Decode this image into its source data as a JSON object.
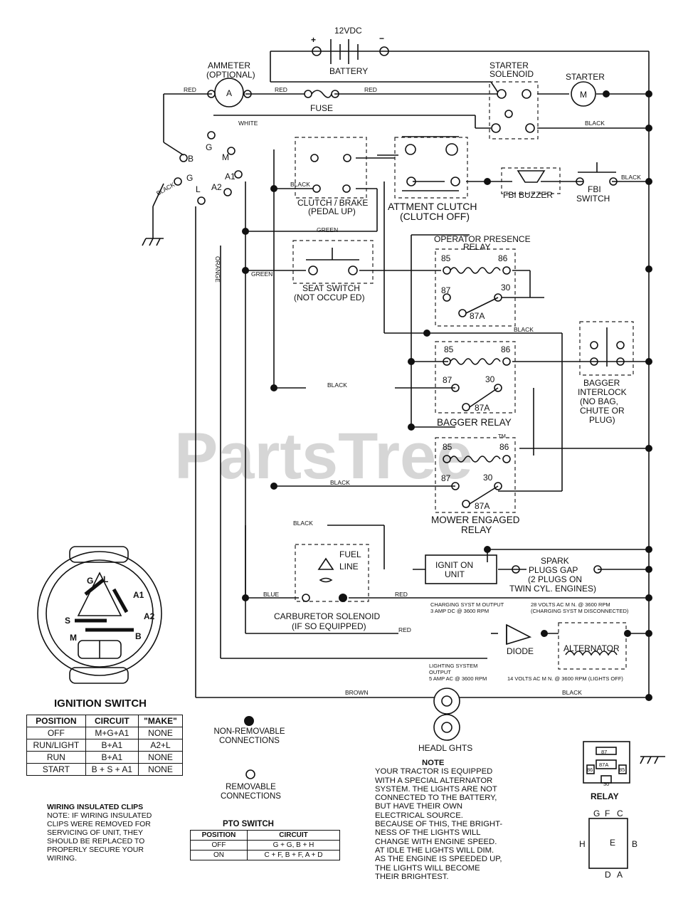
{
  "watermark": "PartsTree",
  "trademark": "TM",
  "components": {
    "battery": "BATTERY",
    "battery_voltage": "12VDC",
    "battery_plus": "+",
    "battery_minus": "−",
    "ammeter_line1": "AMMETER",
    "ammeter_line2": "(OPTIONAL)",
    "ammeter_symbol": "A",
    "fuse": "FUSE",
    "starter_solenoid_line1": "STARTER",
    "starter_solenoid_line2": "SOLENOID",
    "starter": "STARTER",
    "starter_symbol": "M",
    "clutch_brake_line1": "CLUTCH / BRAKE",
    "clutch_brake_line2": "(PEDAL UP)",
    "attment_clutch_line1": "ATTMENT CLUTCH",
    "attment_clutch_line2": "(CLUTCH OFF)",
    "fbi_buzzer": "FBI BUZZER",
    "fbi_switch_line1": "FBI",
    "fbi_switch_line2": "SWITCH",
    "operator_presence_line1": "OPERATOR PRESENCE",
    "operator_presence_line2": "RELAY",
    "seat_switch_line1": "SEAT SWITCH",
    "seat_switch_line2": "(NOT OCCUP ED)",
    "bagger_interlock": [
      "BAGGER",
      "INTERLOCK",
      "(NO BAG,",
      "CHUTE OR",
      "PLUG)"
    ],
    "bagger_relay": "BAGGER RELAY",
    "mower_relay_line1": "MOWER ENGAGED",
    "mower_relay_line2": "RELAY",
    "fuel_line_line1": "FUEL",
    "fuel_line_line2": "LINE",
    "ignition_unit_line1": "IGNIT ON",
    "ignition_unit_line2": "UNIT",
    "spark_plugs": [
      "SPARK",
      "PLUGS GAP",
      "(2 PLUGS ON",
      "TWIN CYL. ENGINES)"
    ],
    "carb_solenoid_line1": "CARBURETOR SOLENOID",
    "carb_solenoid_line2": "(IF SO EQUIPPED)",
    "diode": "DIODE",
    "alternator": "ALTERNATOR",
    "headlights": "HEADL GHTS",
    "charging_left_line1": "CHARGING SYST M OUTPUT",
    "charging_left_line2": "3 AMP DC @ 3600 RPM",
    "charging_right_line1": "28 VOLTS AC M N. @ 3600 RPM",
    "charging_right_line2": "(CHARGING SYST M DISCONNECTED)",
    "lighting_line1": "LIGHTING SYSTEM",
    "lighting_line2": "OUTPUT",
    "lighting_line3": "5 AMP AC @ 3600 RPM",
    "lighting_right": "14 VOLTS AC M N. @ 3600 RPM (LIGHTS OFF)"
  },
  "terminals": {
    "switch": [
      "B",
      "G",
      "M",
      "A1",
      "A2",
      "L",
      "G"
    ],
    "relay_85": "85",
    "relay_86": "86",
    "relay_87": "87",
    "relay_30": "30",
    "relay_87a": "87A"
  },
  "wires": {
    "red": "RED",
    "white": "WHITE",
    "black": "BLACK",
    "green": "GREEN",
    "orange": "ORANGE",
    "blue": "BLUE",
    "brown": "BROWN"
  },
  "ignition_switch": {
    "title": "IGNITION SWITCH",
    "face_labels": [
      "G",
      "L",
      "A1",
      "A2",
      "S",
      "M",
      "B"
    ],
    "headers": [
      "POSITION",
      "CIRCUIT",
      "\"MAKE\""
    ],
    "rows": [
      [
        "OFF",
        "M+G+A1",
        "NONE"
      ],
      [
        "RUN/LIGHT",
        "B+A1",
        "A2+L"
      ],
      [
        "RUN",
        "B+A1",
        "NONE"
      ],
      [
        "START",
        "B + S + A1",
        "NONE"
      ]
    ]
  },
  "legend": {
    "non_removable_line1": "NON-REMOVABLE",
    "non_removable_line2": "CONNECTIONS",
    "removable_line1": "REMOVABLE",
    "removable_line2": "CONNECTIONS"
  },
  "pto_switch": {
    "title": "PTO SWITCH",
    "headers": [
      "POSITION",
      "CIRCUIT"
    ],
    "rows": [
      [
        "OFF",
        "G + G, B + H"
      ],
      [
        "ON",
        "C + F, B + F, A + D"
      ]
    ]
  },
  "wiring_note": {
    "title": "WIRING INSULATED CLIPS",
    "lines": [
      "NOTE: IF WIRING INSULATED",
      "CLIPS WERE REMOVED FOR",
      "SERVICING OF UNIT, THEY",
      "SHOULD BE REPLACED TO",
      "PROPERLY SECURE YOUR",
      "WIRING."
    ]
  },
  "main_note": {
    "title": "NOTE",
    "lines": [
      "YOUR TRACTOR IS EQUIPPED",
      "WITH A SPECIAL ALTERNATOR",
      "SYSTEM.  THE LIGHTS ARE NOT",
      "CONNECTED TO THE BATTERY,",
      "BUT HAVE THEIR OWN",
      "ELECTRICAL SOURCE.",
      "BECAUSE OF THIS, THE BRIGHT-",
      "NESS OF THE LIGHTS WILL",
      "CHANGE WITH ENGINE SPEED.",
      "AT IDLE THE LIGHTS WILL DIM.",
      "AS THE ENGINE IS SPEEDED UP,",
      "THE LIGHTS WILL BECOME",
      "THEIR BRIGHTEST."
    ]
  },
  "relay_legend": {
    "title": "RELAY",
    "pins": [
      "87",
      "87A",
      "86",
      "85",
      "30"
    ]
  },
  "pto_pins": {
    "top": [
      "G",
      "F",
      "C"
    ],
    "left": "H",
    "right": "B",
    "mid": "E",
    "bottom": [
      "D",
      "A"
    ]
  }
}
